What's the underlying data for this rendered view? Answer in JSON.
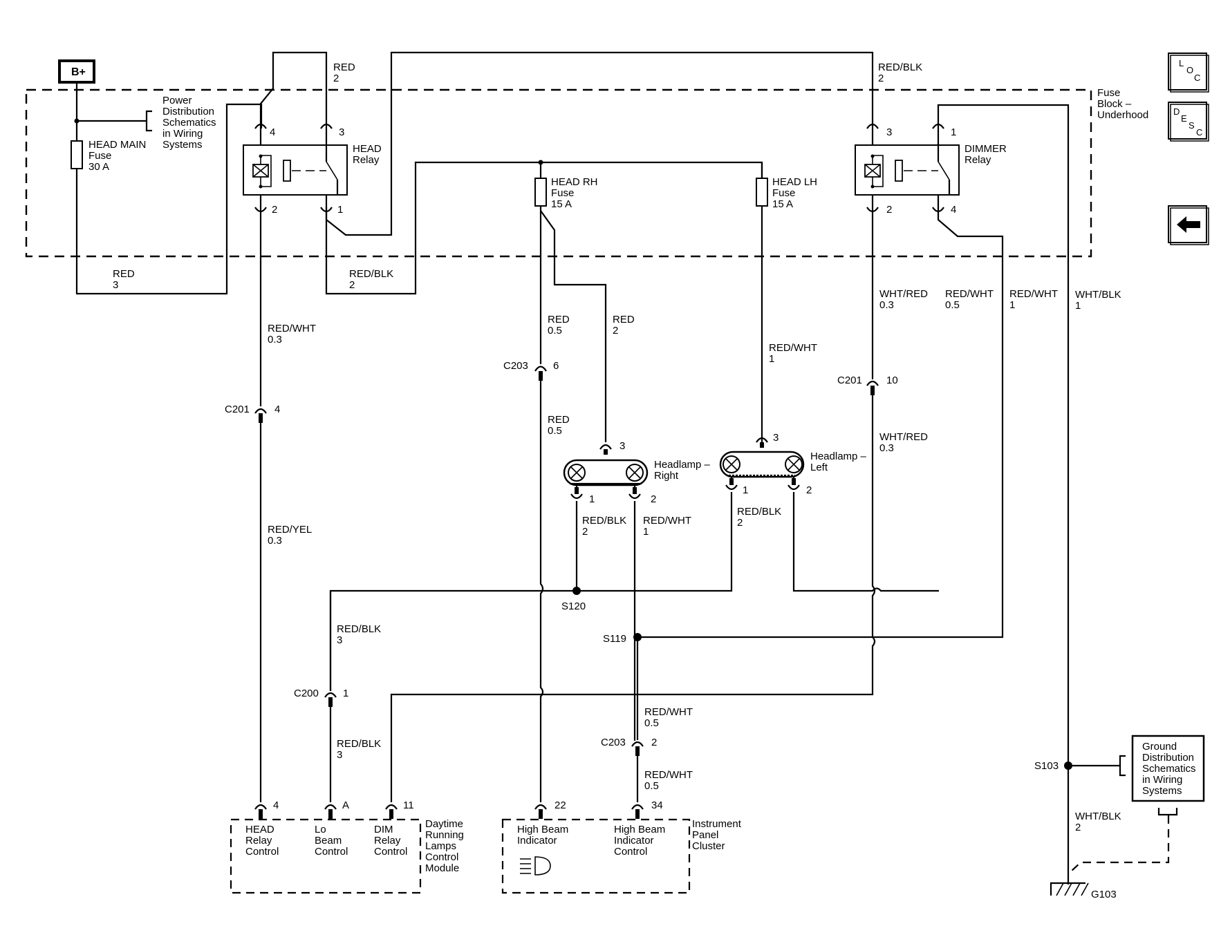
{
  "battery": "B+",
  "fuse_block": [
    "Fuse",
    "Block –",
    "Underhood"
  ],
  "power_ref": [
    "Power",
    "Distribution",
    "Schematics",
    "in Wiring",
    "Systems"
  ],
  "ground_ref": [
    "Ground",
    "Distribution",
    "Schematics",
    "in Wiring",
    "Systems"
  ],
  "head_main_fuse": [
    "HEAD MAIN",
    "Fuse",
    "30 A"
  ],
  "head_rh_fuse": [
    "HEAD RH",
    "Fuse",
    "15 A"
  ],
  "head_lh_fuse": [
    "HEAD LH",
    "Fuse",
    "15 A"
  ],
  "head_relay": [
    "HEAD",
    "Relay"
  ],
  "dimmer_relay": [
    "DIMMER",
    "Relay"
  ],
  "headlamp_right": [
    "Headlamp –",
    "Right"
  ],
  "headlamp_left": [
    "Headlamp –",
    "Left"
  ],
  "drl_module": [
    "Daytime",
    "Running",
    "Lamps",
    "Control",
    "Module"
  ],
  "drl_pins": {
    "head": [
      "HEAD",
      "Relay",
      "Control"
    ],
    "lo": [
      "Lo",
      "Beam",
      "Control"
    ],
    "dim": [
      "DIM",
      "Relay",
      "Control"
    ]
  },
  "ipc": [
    "Instrument",
    "Panel",
    "Cluster"
  ],
  "ipc_pins": {
    "hb": [
      "High Beam",
      "Indicator"
    ],
    "hbc": [
      "High Beam",
      "Indicator",
      "Control"
    ]
  },
  "pins": {
    "head_relay_4": "4",
    "head_relay_3": "3",
    "head_relay_2": "2",
    "head_relay_1": "1",
    "dimmer_3": "3",
    "dimmer_1": "1",
    "dimmer_2": "2",
    "dimmer_4": "4",
    "hr_3": "3",
    "hr_1": "1",
    "hr_2": "2",
    "hl_3": "3",
    "hl_1": "1",
    "hl_2": "2",
    "drl_4": "4",
    "drl_a": "A",
    "drl_11": "11",
    "ipc_22": "22",
    "ipc_34": "34"
  },
  "connectors": {
    "c201a": [
      "C201",
      "4"
    ],
    "c201b": [
      "C201",
      "10"
    ],
    "c203a": [
      "C203",
      "6"
    ],
    "c203b": [
      "C203",
      "2"
    ],
    "c200": [
      "C200",
      "1"
    ]
  },
  "splices": {
    "s120": "S120",
    "s119": "S119",
    "s103": "S103"
  },
  "ground": "G103",
  "wires": {
    "red2_top": [
      "RED",
      "2"
    ],
    "redblk2_top": [
      "RED/BLK",
      "2"
    ],
    "red3": [
      "RED",
      "3"
    ],
    "redblk2_low": [
      "RED/BLK",
      "2"
    ],
    "redwht03_a": [
      "RED/WHT",
      "0.3"
    ],
    "redyel03": [
      "RED/YEL",
      "0.3"
    ],
    "red05_a": [
      "RED",
      "0.5"
    ],
    "red05_b": [
      "RED",
      "0.5"
    ],
    "red2_b": [
      "RED",
      "2"
    ],
    "redwht1_a": [
      "RED/WHT",
      "1"
    ],
    "whtred03_a": [
      "WHT/RED",
      "0.3"
    ],
    "whtred03_b": [
      "WHT/RED",
      "0.3"
    ],
    "redwht05": [
      "RED/WHT",
      "0.5"
    ],
    "redwht1_b": [
      "RED/WHT",
      "1"
    ],
    "whtblk1": [
      "WHT/BLK",
      "1"
    ],
    "redblk2_hr": [
      "RED/BLK",
      "2"
    ],
    "redwht1_hr": [
      "RED/WHT",
      "1"
    ],
    "redblk2_hl": [
      "RED/BLK",
      "2"
    ],
    "redblk3_a": [
      "RED/BLK",
      "3"
    ],
    "redblk3_b": [
      "RED/BLK",
      "3"
    ],
    "redwht05_c": [
      "RED/WHT",
      "0.5"
    ],
    "redwht05_d": [
      "RED/WHT",
      "0.5"
    ],
    "whtblk2": [
      "WHT/BLK",
      "2"
    ]
  },
  "nav": {
    "loc": [
      "L",
      "O",
      "C"
    ],
    "desc": [
      "D",
      "E",
      "S",
      "C"
    ]
  }
}
